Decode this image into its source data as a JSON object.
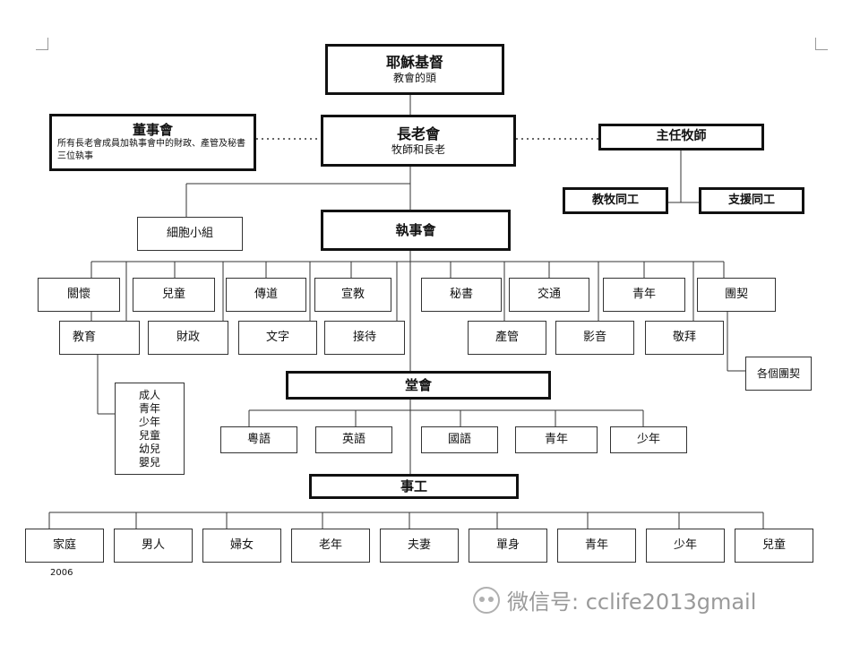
{
  "head": {
    "title": "耶穌基督",
    "subtitle": "教會的頭"
  },
  "elders": {
    "title": "長老會",
    "subtitle": "牧師和長老"
  },
  "board": {
    "title": "董事會",
    "desc": "所有長老會成員加執事會中的財政、產管及秘書三位執事"
  },
  "pastor": {
    "title": "主任牧師",
    "left": "教牧同工",
    "right": "支援同工"
  },
  "cell": "細胞小組",
  "deacons": "執事會",
  "depts_row1": [
    "關懷",
    "兒童",
    "傳道",
    "宣教",
    "秘書",
    "交通",
    "青年",
    "團契"
  ],
  "depts_row2": [
    "教育",
    "財政",
    "文字",
    "接待",
    "產管",
    "影音",
    "敬拜"
  ],
  "fellowship_sub": "各個團契",
  "edu_list": [
    "成人",
    "青年",
    "少年",
    "兒童",
    "幼兒",
    "嬰兒"
  ],
  "congregation": {
    "title": "堂會",
    "items": [
      "粵語",
      "英語",
      "國語",
      "青年",
      "少年"
    ]
  },
  "ministry": {
    "title": "事工",
    "items": [
      "家庭",
      "男人",
      "婦女",
      "老年",
      "夫妻",
      "單身",
      "青年",
      "少年",
      "兒童"
    ]
  },
  "year": "2006",
  "watermark": "微信号: cclife2013gmail"
}
